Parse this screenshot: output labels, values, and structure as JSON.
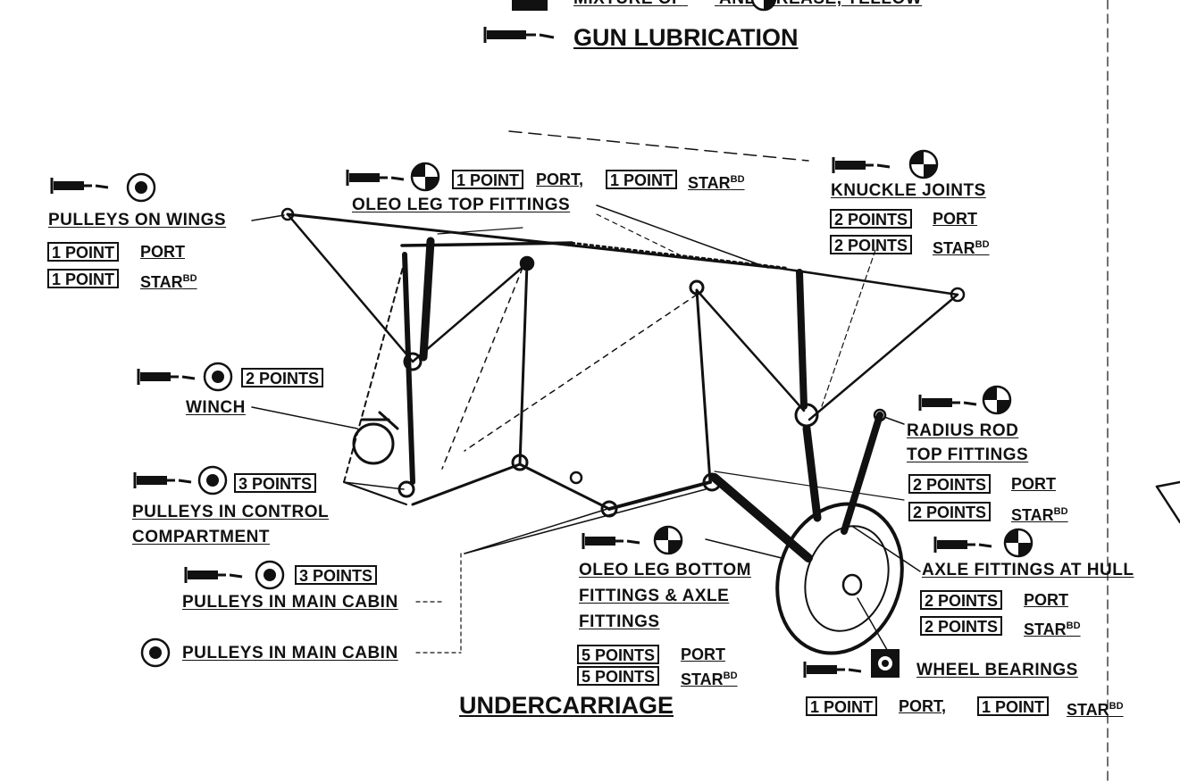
{
  "legend": {
    "top_partial": "MIXTURE OF",
    "top_partial_2": "AND GREASE, YELLOW",
    "gun_lubrication": "GUN LUBRICATION"
  },
  "labels": {
    "pulleys_on_wings": "PULLEYS ON WINGS",
    "winch": "WINCH",
    "pulleys_control_1": "PULLEYS IN CONTROL",
    "pulleys_control_2": "COMPARTMENT",
    "pulleys_main_cabin_a": "PULLEYS IN MAIN CABIN",
    "pulleys_main_cabin_b": "PULLEYS IN MAIN CABIN",
    "oleo_top": "OLEO LEG TOP FITTINGS",
    "knuckle_joints": "KNUCKLE JOINTS",
    "radius_rod_1": "RADIUS ROD",
    "radius_rod_2": "TOP FITTINGS",
    "axle_fittings": "AXLE FITTINGS AT HULL",
    "oleo_bottom_1": "OLEO LEG BOTTOM",
    "oleo_bottom_2": "FITTINGS & AXLE",
    "oleo_bottom_3": "FITTINGS",
    "wheel_bearings": "WHEEL BEARINGS",
    "undercarriage": "UNDERCARRIAGE"
  },
  "counts": {
    "one_point": "1 POINT",
    "two_points": "2 POINTS",
    "three_points": "3 POINTS",
    "five_points": "5 POINTS"
  },
  "sides": {
    "port": "PORT",
    "port_comma": "PORT,",
    "starboard": "STAR",
    "starboard_sup": "BD"
  },
  "icons": {
    "gun": "grease-gun-icon",
    "dot": "grease-dot-icon",
    "quartered": "quartered-circle-icon",
    "square": "square-dot-icon"
  },
  "colors": {
    "ink": "#111111",
    "paper": "#ffffff"
  }
}
